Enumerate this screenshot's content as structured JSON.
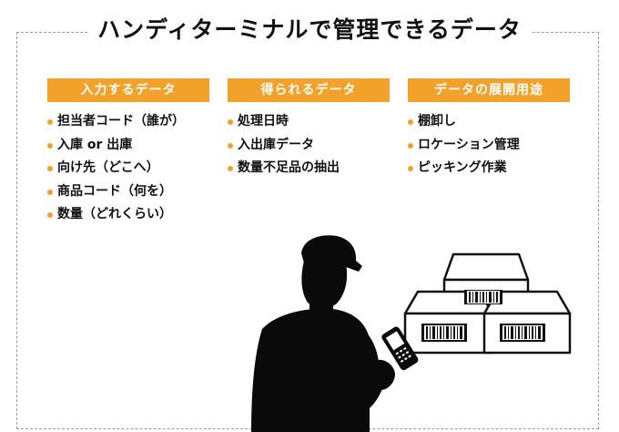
{
  "title": "ハンディターミナルで管理できるデータ",
  "accent_color": "#f2a12b",
  "columns": [
    {
      "header": "入力するデータ",
      "items": [
        "担当者コード（誰が）",
        "入庫 or 出庫",
        "向け先（どこへ）",
        "商品コード（何を）",
        "数量（どれくらい）"
      ]
    },
    {
      "header": "得られるデータ",
      "items": [
        "処理日時",
        "入出庫データ",
        "数量不足品の抽出"
      ]
    },
    {
      "header": "データの展開用途",
      "items": [
        "棚卸し",
        "ロケーション管理",
        "ピッキング作業"
      ]
    }
  ],
  "illustration": {
    "person_icon": "worker-with-cap-silhouette-icon",
    "device_icon": "handheld-terminal-icon",
    "boxes_icon": "barcode-boxes-icon"
  }
}
